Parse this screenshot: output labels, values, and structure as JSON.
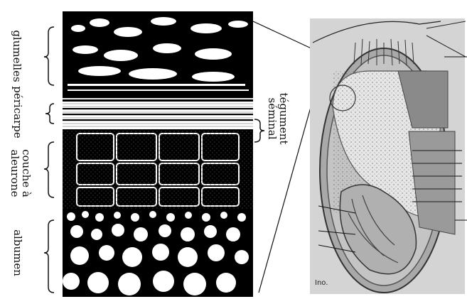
{
  "labels": {
    "glumelles": "glumelles",
    "pericarpe": "péricarpe",
    "couche_line1": "couche à",
    "couche_line2": "aleurone",
    "albumen": "albumen",
    "tegument_line1": "tégument",
    "tegument_line2": "séminal"
  },
  "credit": "Ino.",
  "colors": {
    "ink": "#111111",
    "grain_bg": "#c9c9c9",
    "embryo": "#9a9a9a",
    "endosperm": "#e8e8e8"
  }
}
